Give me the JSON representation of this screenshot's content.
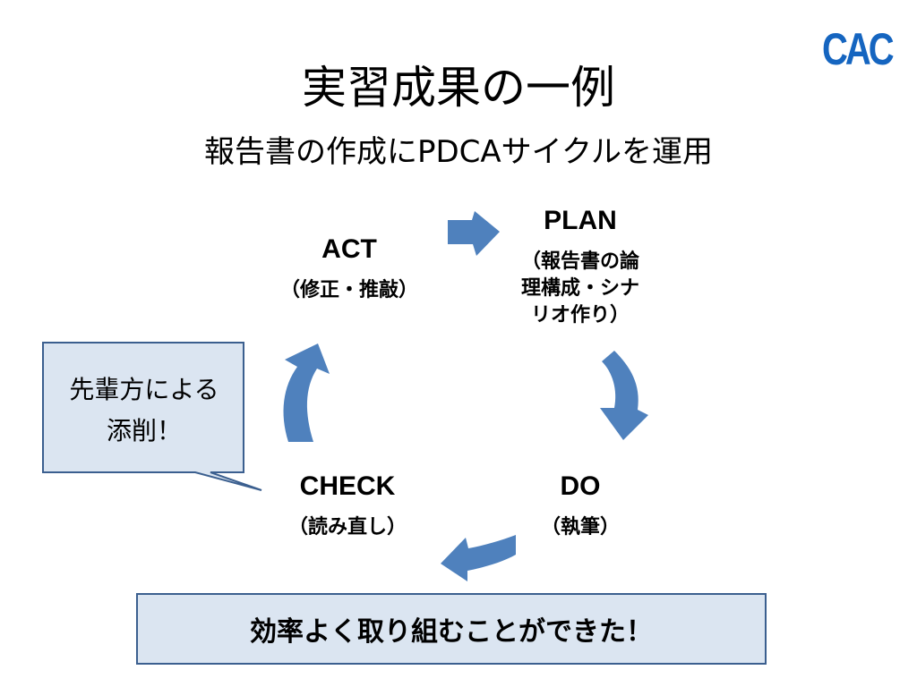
{
  "logo": "CAC",
  "title": "実習成果の一例",
  "subtitle": "報告書の作成にPDCAサイクルを運用",
  "cycle": {
    "plan": {
      "name": "PLAN",
      "desc": [
        "（報告書の論",
        "理構成・シナ",
        "リオ作り）"
      ]
    },
    "do": {
      "name": "DO",
      "desc": "（執筆）"
    },
    "check": {
      "name": "CHECK",
      "desc": "（読み直し）"
    },
    "act": {
      "name": "ACT",
      "desc": "（修正・推敲）"
    }
  },
  "callout": {
    "line1": "先輩方による",
    "line2": "添削！"
  },
  "banner": "効率よく取り組むことができた！",
  "colors": {
    "arrow": "#4f81bd",
    "box_fill": "#dbe5f1",
    "box_border": "#3b5f8f",
    "logo": "#1565c0"
  }
}
